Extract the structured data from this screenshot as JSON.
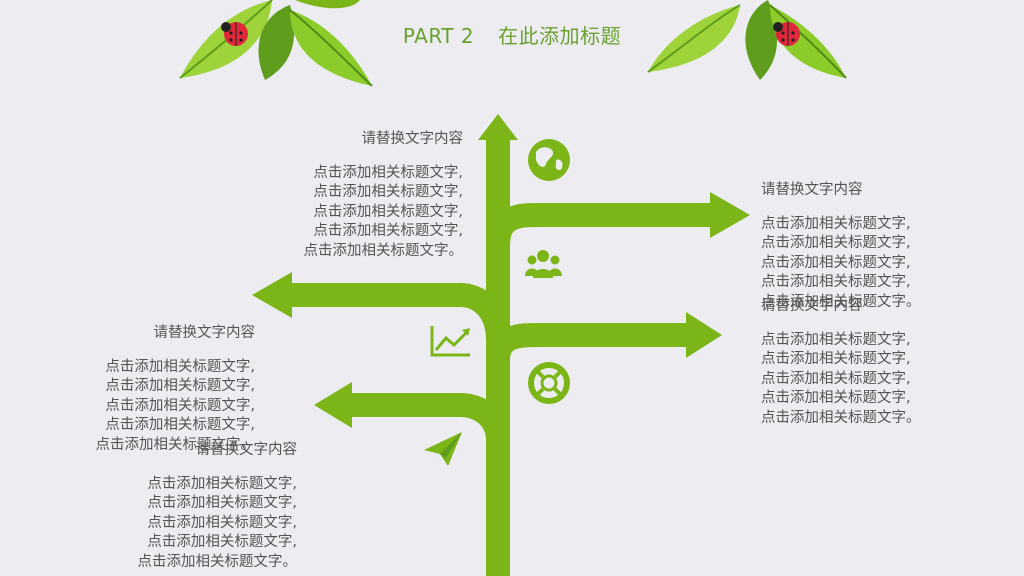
{
  "title": {
    "part": "PART 2",
    "text": "在此添加标题"
  },
  "colors": {
    "tree_green": "#7cb518",
    "leaf_light": "#9fd33a",
    "leaf_dark": "#5e9e1c",
    "ladybug_red": "#e0283a",
    "text_gray": "#555555",
    "title_green": "#6aa12e"
  },
  "icons": [
    "globe-icon",
    "people-icon",
    "chart-up-icon",
    "lifebuoy-icon",
    "paper-plane-icon",
    "ladybug-icon",
    "leaf-icon"
  ],
  "blocks": [
    {
      "heading": "请替换文字内容",
      "lines": [
        "点击添加相关标题文字,",
        "点击添加相关标题文字,",
        "点击添加相关标题文字,",
        "点击添加相关标题文字,",
        "点击添加相关标题文字。"
      ]
    },
    {
      "heading": "请替换文字内容",
      "lines": [
        "点击添加相关标题文字,",
        "点击添加相关标题文字,",
        "点击添加相关标题文字,",
        "点击添加相关标题文字,",
        "点击添加相关标题文字。"
      ]
    },
    {
      "heading": "请替换文字内容",
      "lines": [
        "点击添加相关标题文字,",
        "点击添加相关标题文字,",
        "点击添加相关标题文字,",
        "点击添加相关标题文字,",
        "点击添加相关标题文字。"
      ]
    },
    {
      "heading": "请替换文字内容",
      "lines": [
        "点击添加相关标题文字,",
        "点击添加相关标题文字,",
        "点击添加相关标题文字,",
        "点击添加相关标题文字,",
        "点击添加相关标题文字。"
      ]
    },
    {
      "heading": "请替换文字内容",
      "lines": [
        "点击添加相关标题文字,",
        "点击添加相关标题文字,",
        "点击添加相关标题文字,",
        "点击添加相关标题文字,",
        "点击添加相关标题文字。"
      ]
    }
  ]
}
